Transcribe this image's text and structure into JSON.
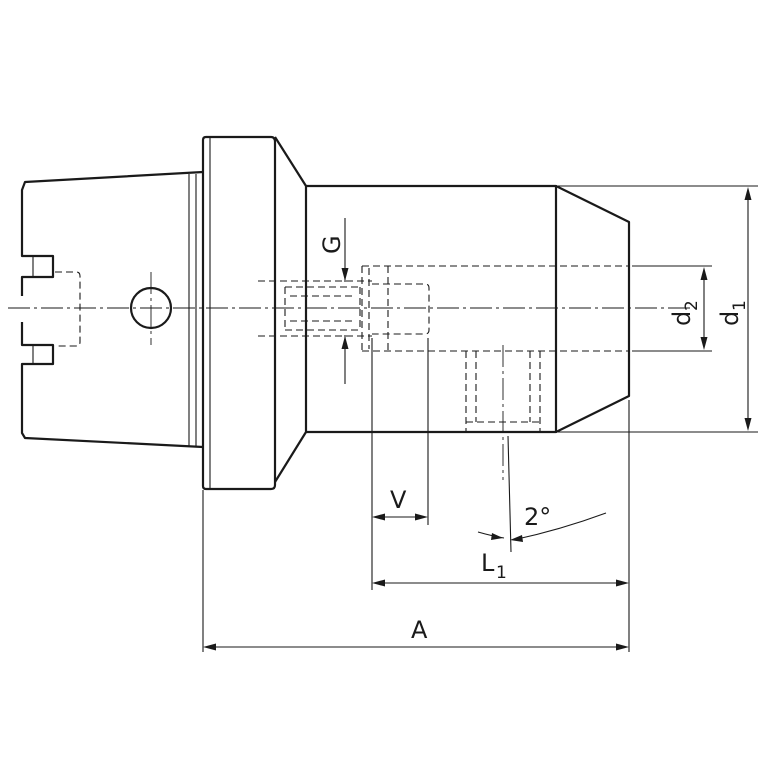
{
  "labels": {
    "A": "A",
    "V": "V",
    "G": "G",
    "L_main": "L",
    "L_sub": "1",
    "d1_main": "d",
    "d1_sub": "1",
    "d2_main": "d",
    "d2_sub": "2",
    "angle": "2°"
  },
  "colors": {
    "line": "#1a1a1a",
    "background": "#ffffff"
  }
}
